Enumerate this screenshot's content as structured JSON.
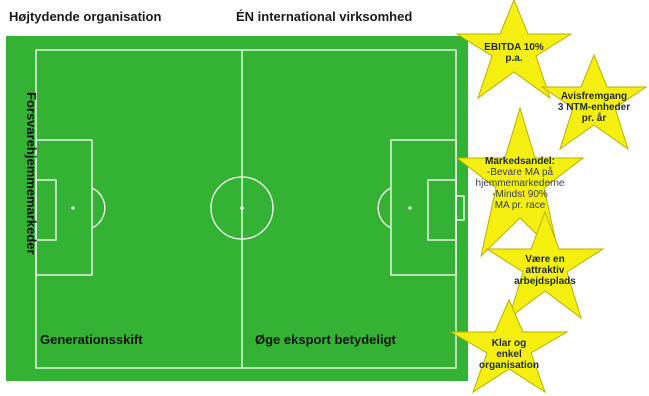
{
  "header": {
    "left_title": "Højtydende organisation",
    "center_title": "ÉN international virksomhed"
  },
  "field": {
    "vertical_label": "Forsvarehjemmemarkeder",
    "bottom_left": "Generationsskift",
    "bottom_right": "Øge eksport betydeligt"
  },
  "stars": [
    {
      "title": "EBITDA 10%\np.a."
    },
    {
      "title": "Avisfremgang\n3 NTM-enheder\npr. år"
    },
    {
      "title": "Markedsandel:",
      "body": "-Bevare MA på\nhjemmemarkederne\n-Mindst 90%\nMA pr. race"
    },
    {
      "title": "Være en\nattraktiv\narbejdsplads"
    },
    {
      "title": "Klar og\nenkel\norganisation"
    }
  ],
  "colors": {
    "pitch": "#33b233",
    "star_fill": "#f5ef10",
    "star_stroke": "#b8b000",
    "lines": "#ffffff"
  }
}
